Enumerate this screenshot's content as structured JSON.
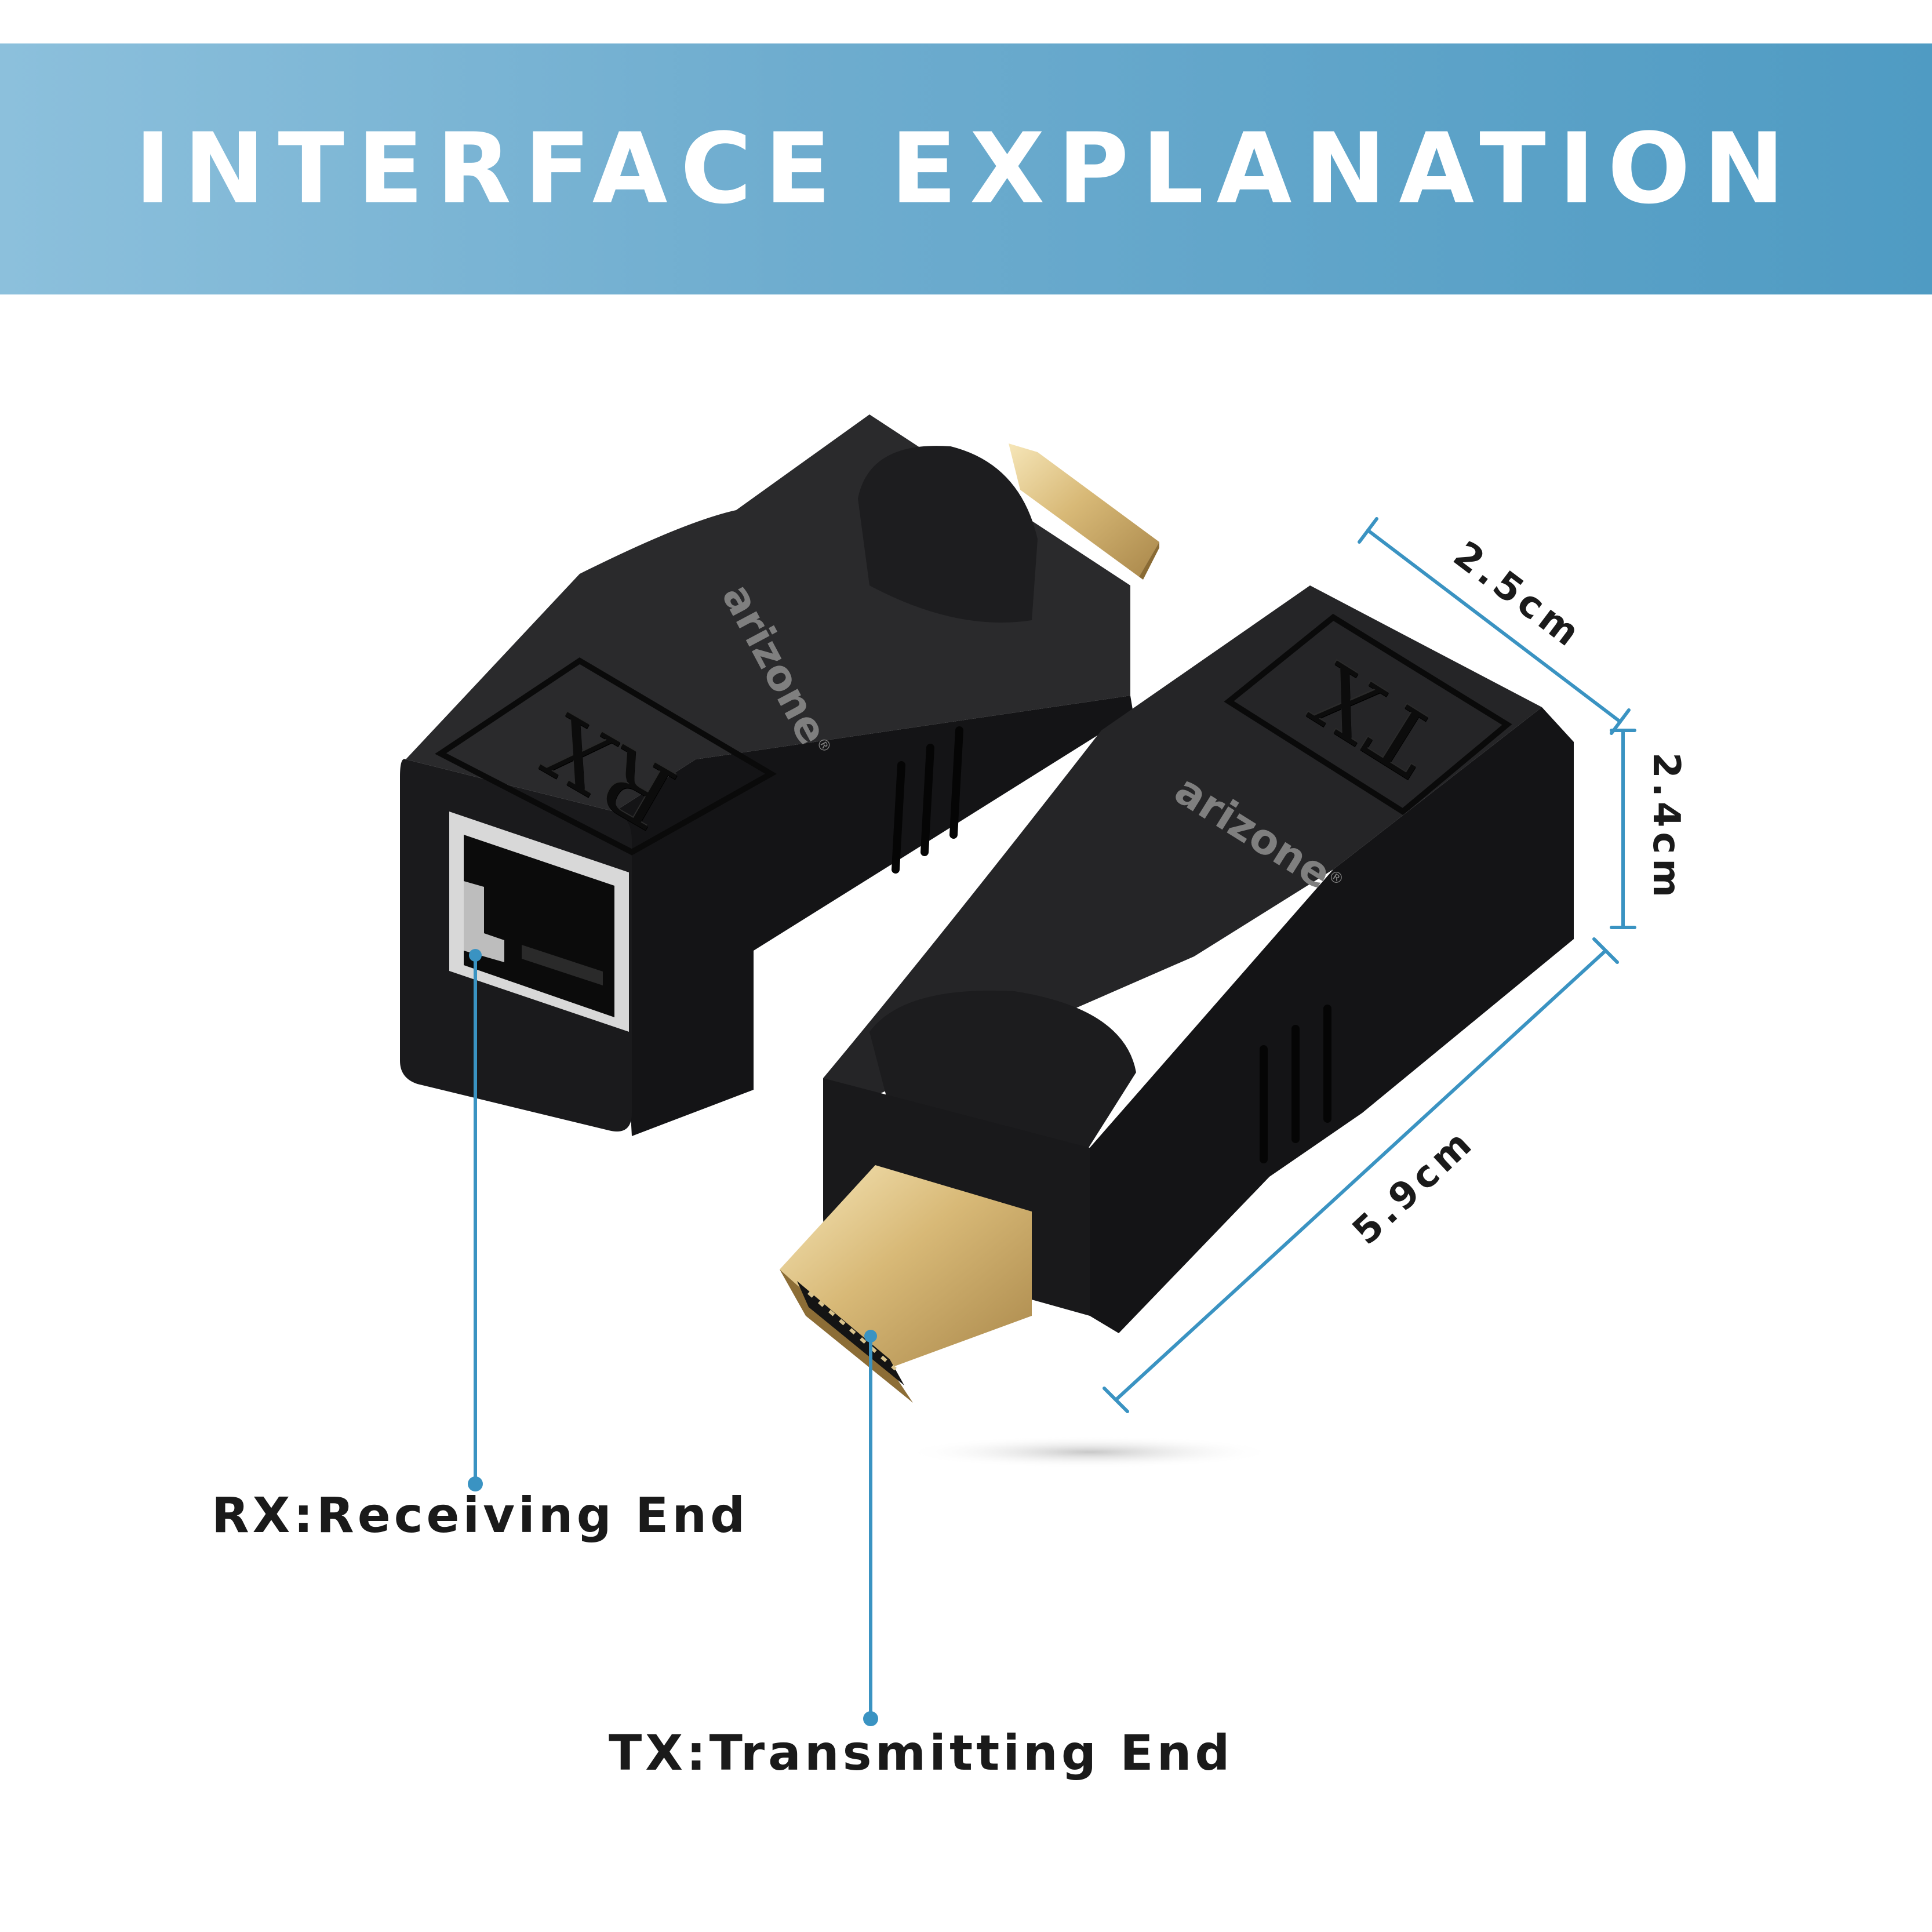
{
  "banner": {
    "title": "INTERFACE EXPLANATION"
  },
  "devices": {
    "rx": {
      "engraving": "RX",
      "brand": "arizone"
    },
    "tx": {
      "engraving": "TX",
      "brand": "arizone"
    }
  },
  "dimensions": {
    "width": "2.5cm",
    "height": "2.4cm",
    "length": "5.9cm"
  },
  "callouts": {
    "rx": "RX:Receiving End",
    "tx": "TX:Transmitting End"
  },
  "colors": {
    "accent": "#3a93c2",
    "banner_start": "#8cc0dc",
    "banner_end": "#4f9bc3",
    "body": "#1c1c1e"
  }
}
